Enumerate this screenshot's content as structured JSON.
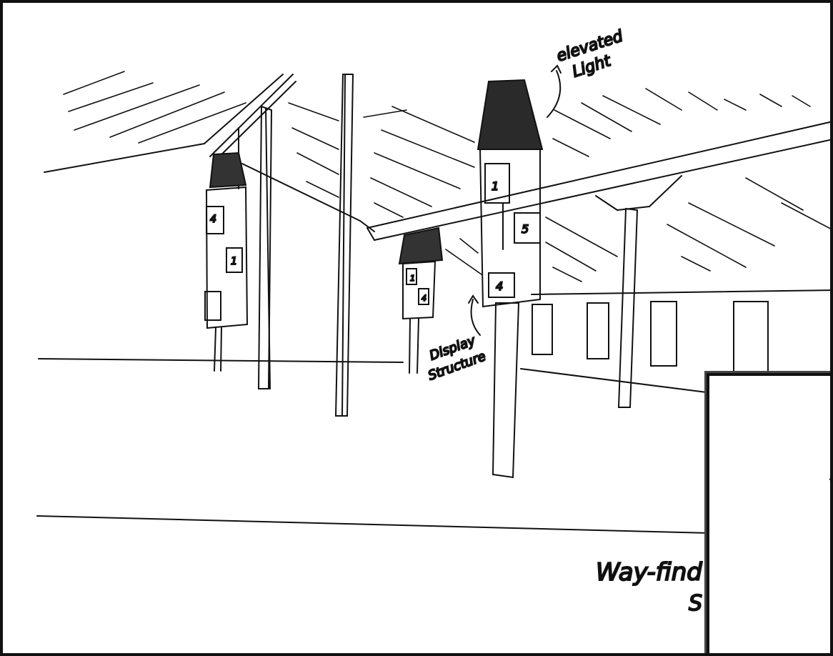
{
  "drawing": {
    "annotations": {
      "elevated_light_line1": "elevated",
      "elevated_light_line2": "Light",
      "display_structure_line1": "Display",
      "display_structure_line2": "Structure",
      "wayfinding_partial": "Way-find",
      "wayfinding_partial_line2": "S"
    },
    "sign_numbers": [
      "4",
      "1",
      "",
      "",
      "1",
      "4",
      "1",
      "5",
      "4"
    ],
    "ink_color": "#111111",
    "paper_color": "#ffffff"
  }
}
